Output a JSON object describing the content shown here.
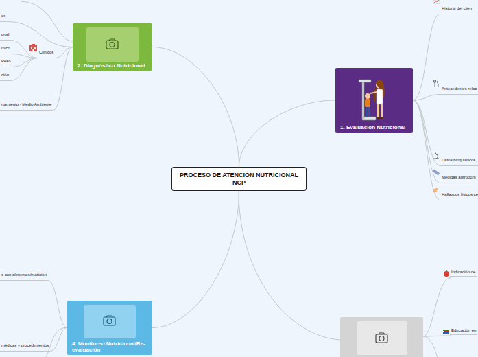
{
  "diagram": {
    "nodes": [
      {
        "text": [
          "PROCESO DE ATENCIÓN NUTRICIONAL NCP"
        ]
      },
      {
        "text": [
          "2. Diagnóstico Nutricional"
        ]
      },
      {
        "text": [
          "os"
        ]
      },
      {
        "text": [
          "Clínicos"
        ]
      },
      {
        "text": [
          "onal"
        ]
      },
      {
        "text": [
          "mico"
        ]
      },
      {
        "text": [
          "Peso"
        ]
      },
      {
        "text": [
          "ción"
        ]
      },
      {
        "text": [
          "rtamiento - Medio Ambiente"
        ]
      },
      {
        "text": [
          "1. Evaluación Nutricional"
        ]
      },
      {
        "text": [
          "Historia del clien"
        ]
      },
      {
        "text": [
          "Antecedentes relac"
        ]
      },
      {
        "text": [
          "Datos bioquímicos,"
        ]
      },
      {
        "text": [
          "Medidas antropom"
        ]
      },
      {
        "text": [
          "Hallazgos físicos ce"
        ]
      },
      {
        "text": [
          "4. Monitoreo Nutricional/Re-evaluación"
        ]
      },
      {
        "text": [
          "s con alimentos/nutrición"
        ]
      },
      {
        "text": [
          "médicas y procedimientos"
        ]
      }
    ],
    "edges": [
      {
        "from": 0,
        "to": 1,
        "arrow": "none"
      },
      {
        "from": 1,
        "to": 2,
        "arrow": "none"
      },
      {
        "from": 1,
        "to": 3,
        "arrow": "none"
      },
      {
        "from": 3,
        "to": 4,
        "arrow": "none"
      },
      {
        "from": 3,
        "to": 5,
        "arrow": "none"
      },
      {
        "from": 3,
        "to": 6,
        "arrow": "none"
      },
      {
        "from": 3,
        "to": 7,
        "arrow": "none"
      },
      {
        "from": 1,
        "to": 8,
        "arrow": "none"
      },
      {
        "from": 0,
        "to": 9,
        "arrow": "none"
      },
      {
        "from": 9,
        "to": 10,
        "arrow": "none"
      },
      {
        "from": 9,
        "to": 11,
        "arrow": "none"
      },
      {
        "from": 9,
        "to": 12,
        "arrow": "none"
      },
      {
        "from": 9,
        "to": 13,
        "arrow": "none"
      },
      {
        "from": 9,
        "to": 14,
        "arrow": "none"
      },
      {
        "from": 0,
        "to": 15,
        "arrow": "none"
      },
      {
        "from": 15,
        "to": 16,
        "arrow": "none"
      },
      {
        "from": 15,
        "to": 17,
        "arrow": "none"
      }
    ],
    "labels": [
      "Indicación de",
      "Educación en"
    ]
  }
}
